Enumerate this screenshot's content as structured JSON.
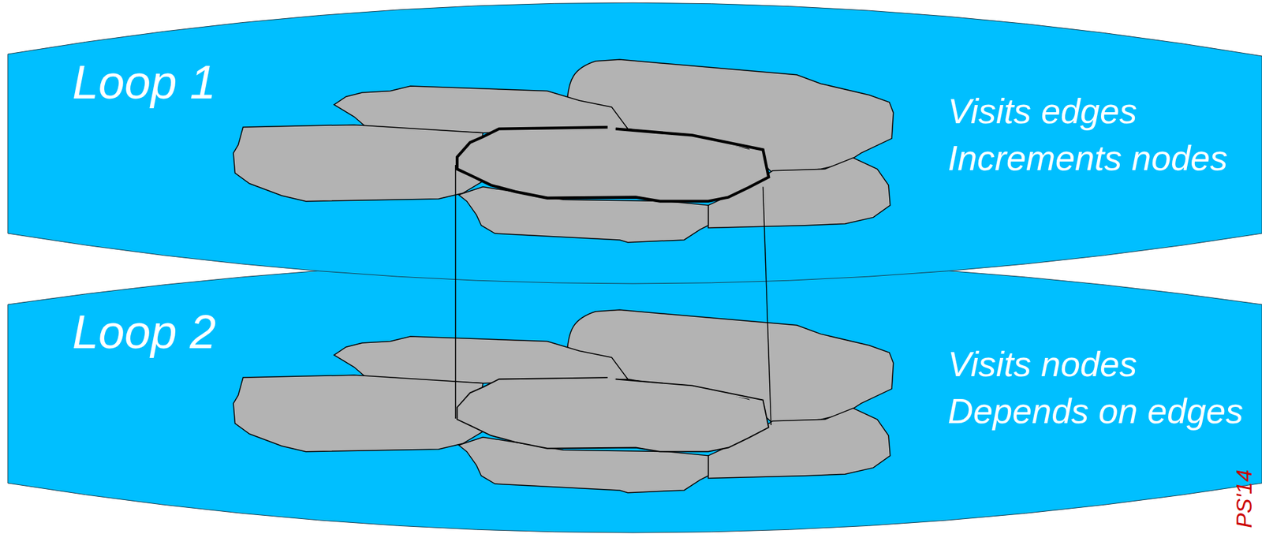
{
  "diagram": {
    "nodes": [
      {
        "text": [
          "Loop 1",
          "Visits edges Increments nodes"
        ]
      },
      {
        "text": [
          "Loop 2",
          "Visits nodes Depends on edges"
        ]
      }
    ],
    "labels": [
      "PS'14"
    ]
  }
}
